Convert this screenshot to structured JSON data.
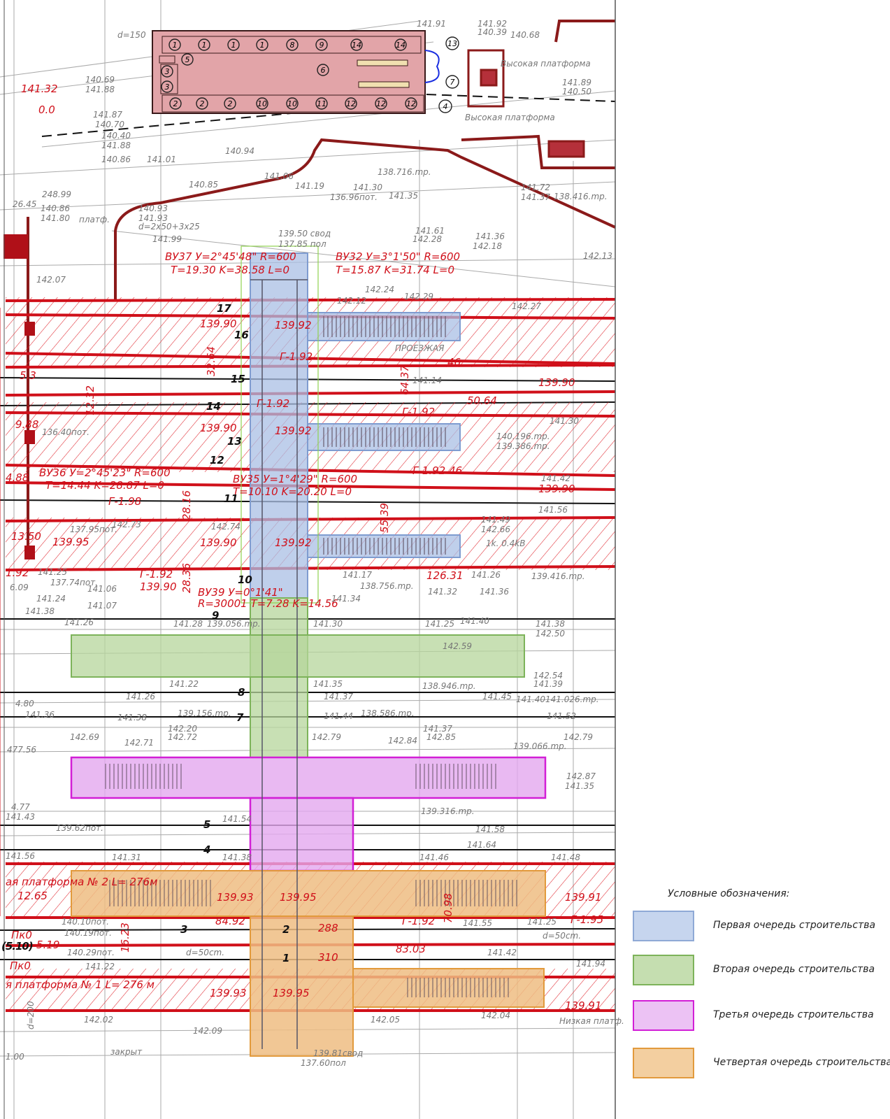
{
  "legend": {
    "title": "Условные обозначения:",
    "items": [
      {
        "label": "Первая очередь строительства",
        "fill": "#c6d5ee",
        "stroke": "#8fa9d6"
      },
      {
        "label": "Вторая очередь строительства",
        "fill": "#c5deb0",
        "stroke": "#7db35a"
      },
      {
        "label": "Третья очередь строительства",
        "fill": "#ecc2f4",
        "stroke": "#d21fd6"
      },
      {
        "label": "Четвертая очередь строительства",
        "fill": "#f3cfa0",
        "stroke": "#e29a3c"
      }
    ]
  },
  "building": {
    "top_rooms": [
      "1",
      "1",
      "1",
      "1",
      "8",
      "9",
      "14",
      "14"
    ],
    "bottom_rooms": [
      "2",
      "2",
      "2",
      "10",
      "10",
      "11",
      "12",
      "12",
      "12"
    ],
    "side_labels": [
      "5",
      "3",
      "3",
      "6"
    ],
    "outside_labels": [
      "13",
      "7",
      "4"
    ]
  },
  "curves": [
    {
      "line1": "ВУ37 У=2°45'48\" R=600",
      "line2": "T=19.30 K=38.58 L=0"
    },
    {
      "line1": "ВУ32 У=3°1'50\" R=600",
      "line2": "T=15.87 K=31.74 L=0"
    },
    {
      "line1": "ВУ36 У=2°45'23\" R=600",
      "line2": "T=14.44 K=28.87 L=0"
    },
    {
      "line1": "ВУ35 У=1°4'29\" R=600",
      "line2": "T=10.10 K=20.20 L=0"
    },
    {
      "line1": "ВУ39 У=0°1'41\"",
      "line2": "R=30001 T=7.28 K=14.56"
    }
  ],
  "track_numbers": [
    "17",
    "16",
    "15",
    "14",
    "13",
    "12",
    "11",
    "10",
    "9",
    "8",
    "7",
    "5",
    "4",
    "3",
    "2",
    "1"
  ],
  "red_labels": [
    "141.32",
    "0.0",
    "139.90",
    "139.90",
    "139.90",
    "139.92",
    "139.92",
    "139.92",
    "Г-1.92",
    "Г-1.92",
    "Г-1.92",
    "Г-1.92",
    "50.64",
    "46",
    "46",
    "126.31",
    "139.90",
    "139.90",
    "64.37",
    "55.39",
    "32.64",
    "28.16",
    "28.36",
    "12.32",
    "139.95",
    "139.90",
    "Г-1.98",
    "Г-1.92",
    "139.93",
    "139.95",
    "139.95",
    "139.93",
    "139.91",
    "84.92",
    "83.03",
    "288",
    "310",
    "5.19",
    "12.65",
    "Пк0",
    "Пк0",
    "16.23",
    "70.98",
    "Г-1.92",
    "Г-1.95",
    "139.91",
    "ая платформа № 2 L= 276м",
    "я платформа № 1 L= 276 м",
    "139.50 свод",
    "137.85 пол"
  ],
  "grey_labels": [
    "141.91",
    "141.92",
    "140.39",
    "140.68",
    "Высокая платформа",
    "Высокая платформа",
    "141.89",
    "140.50",
    "140.69",
    "141.88",
    "141.87",
    "140.70",
    "140.40",
    "141.88",
    "140.86",
    "141.01",
    "140.94",
    "141.06",
    "140.85",
    "141.19",
    "141.30",
    "141.35",
    "141.72",
    "141.37",
    "138.416.mp.",
    "138.716.mp.",
    "248.99",
    "26.45",
    "140.86",
    "141.80",
    "140.93",
    "141.93",
    "141.99",
    "142.28",
    "141.61",
    "141.36",
    "142.18",
    "142.24",
    "142.29",
    "142.12",
    "142.27",
    "ПРОЕЗЖАЯ",
    "141.14",
    "141.30",
    "140.196.mp.",
    "139.386.mp.",
    "141.42",
    "141.56",
    "141.49",
    "142.66",
    "1k. 0.4kB",
    "141.17",
    "141.26",
    "139.416.mp.",
    "138.756.mp.",
    "141.34",
    "141.32",
    "141.36",
    "141.30",
    "141.25",
    "141.40",
    "141.38",
    "142.50",
    "142.59",
    "141.35",
    "138.946.mp.",
    "142.54",
    "141.39",
    "141.37",
    "141.45",
    "141.40",
    "141.026.mp.",
    "141.44",
    "138.586.mp.",
    "141.52",
    "141.37",
    "142.79",
    "142.84",
    "142.85",
    "139.066.mp.",
    "142.79",
    "142.87",
    "141.35",
    "139.316.mp.",
    "141.58",
    "141.64",
    "141.46",
    "141.48",
    "141.55",
    "141.25",
    "141.42",
    "141.94",
    "142.05",
    "142.04",
    "142.02",
    "142.09",
    "Низкая платф.",
    "141.26",
    "141.28",
    "139.056.mp.",
    "141.22",
    "141.26",
    "141.38",
    "139.156.mp.",
    "141.36",
    "142.20",
    "142.72",
    "142.69",
    "142.71",
    "477.56",
    "140.10пот.",
    "140.19пот.",
    "140.29пот.",
    "141.22",
    "141.31",
    "141.38",
    "141.54",
    "141.56",
    "139.62пот.",
    "141.43",
    "142.13",
    "142.07",
    "137.95пот.",
    "142.73",
    "142.74",
    "136.40пот.",
    "141.25",
    "141.06",
    "141.07",
    "141.24",
    "141.38",
    "137.74пот.",
    "d=150",
    "d=2x50+3x25",
    "d=50cm.",
    "d=50cm.",
    "платф.",
    "136.96пот.",
    "5.3",
    "9.88",
    "4.88",
    "13.50",
    "1.92",
    "6.09",
    "4.80",
    "4.77",
    "(5.10)",
    "1.00",
    "139.81свод",
    "137.60пол",
    "закрыт",
    "d=200"
  ]
}
